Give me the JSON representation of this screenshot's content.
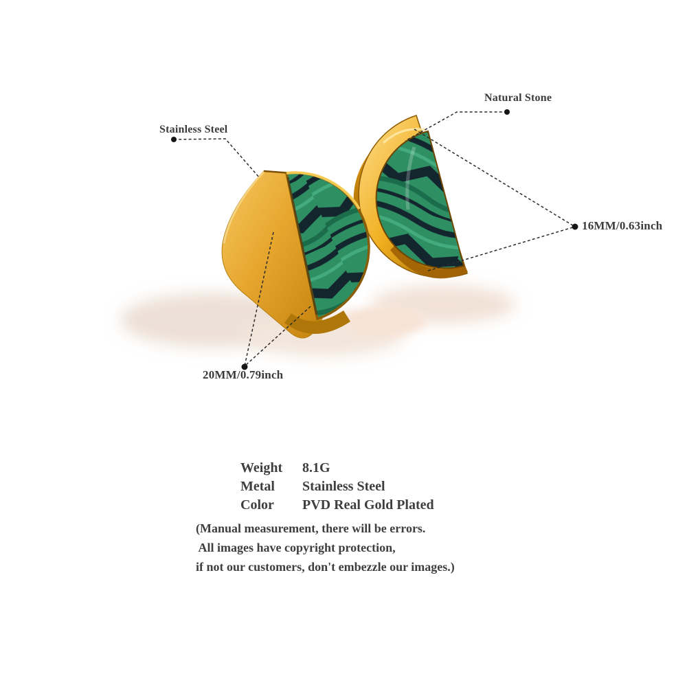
{
  "callouts": {
    "stainless_steel": {
      "label": "Stainless Steel"
    },
    "natural_stone": {
      "label": "Natural Stone"
    },
    "stone_size_right": {
      "label": "16MM/0.63inch"
    },
    "stone_size_left": {
      "label": "20MM/0.79inch"
    }
  },
  "specs": {
    "rows": [
      {
        "label": "Weight",
        "value": "8.1G"
      },
      {
        "label": "Metal",
        "value": "Stainless Steel"
      },
      {
        "label": "Color",
        "value": "PVD Real Gold Plated"
      }
    ]
  },
  "disclaimer": {
    "lines": [
      "(Manual measurement, there will be errors.",
      " All images have copyright protection,",
      "if not our customers, don't embezzle our images.)"
    ]
  },
  "colors": {
    "gold": "#E7A72F",
    "gold_highlight": "#FFDE8D",
    "gold_shadow": "#9A6204",
    "malachite_green": "#2E8F63",
    "malachite_dark": "#13262E",
    "text": "#3B3B3B",
    "callout_line": "#2B2B2B",
    "soft_shadow": "#EDE0D6",
    "background": "#FFFFFF"
  }
}
